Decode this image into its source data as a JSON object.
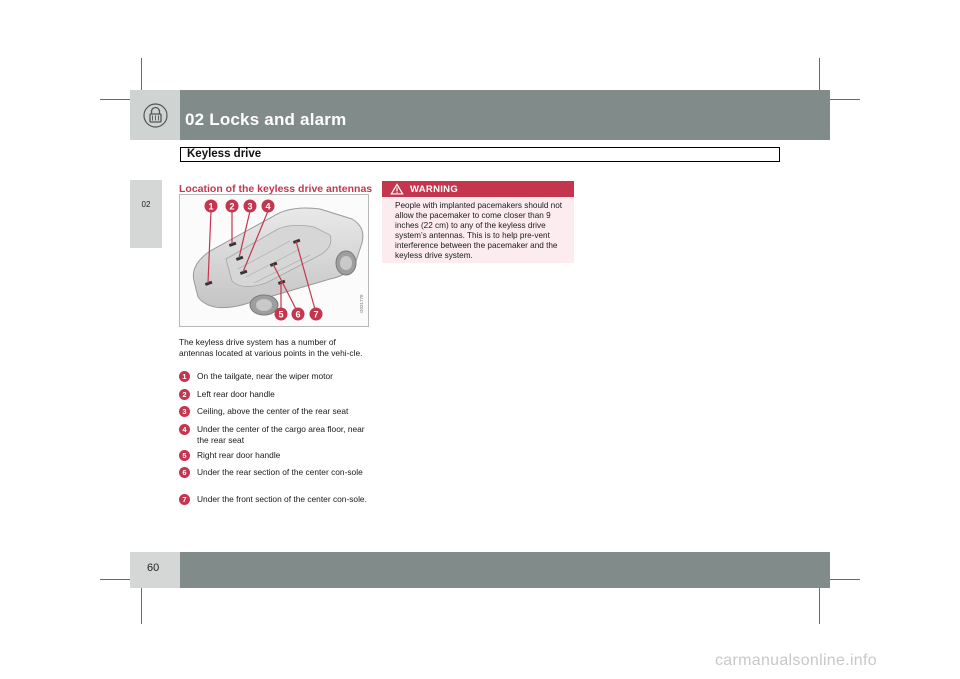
{
  "header": {
    "chapter_title": "02 Locks and alarm",
    "section_title": "Keyless drive",
    "icon": "lock-icon",
    "bar_color": "#818b8a"
  },
  "side_tab": {
    "chapter_label": "02"
  },
  "content": {
    "heading": "Location of the keyless drive antennas",
    "figure": {
      "code": "G031778",
      "callouts": [
        "1",
        "2",
        "3",
        "4",
        "5",
        "6",
        "7"
      ]
    },
    "intro": "The keyless drive system has a number of antennas located at various points in the vehi-cle.",
    "items": [
      {
        "number": "1",
        "text": "On the tailgate, near the wiper motor"
      },
      {
        "number": "2",
        "text": "Left rear door handle"
      },
      {
        "number": "3",
        "text": "Ceiling, above the center of the rear seat"
      },
      {
        "number": "4",
        "text": "Under the center of the cargo area floor, near the rear seat"
      },
      {
        "number": "5",
        "text": "Right rear door handle"
      },
      {
        "number": "6",
        "text": "Under the rear section of the center con-sole"
      },
      {
        "number": "7",
        "text": "Under the front section of the center con-sole."
      }
    ],
    "accent_color": "#c4364d"
  },
  "warning": {
    "title": "WARNING",
    "icon": "warning-triangle-icon",
    "text": "People with implanted pacemakers should not allow the pacemaker to come closer than 9 inches (22 cm) to any of the keyless drive system’s antennas. This is to help pre-vent interference between the pacemaker and the keyless drive system."
  },
  "footer": {
    "page_number": "60"
  },
  "watermark": "carmanualsonline.info"
}
